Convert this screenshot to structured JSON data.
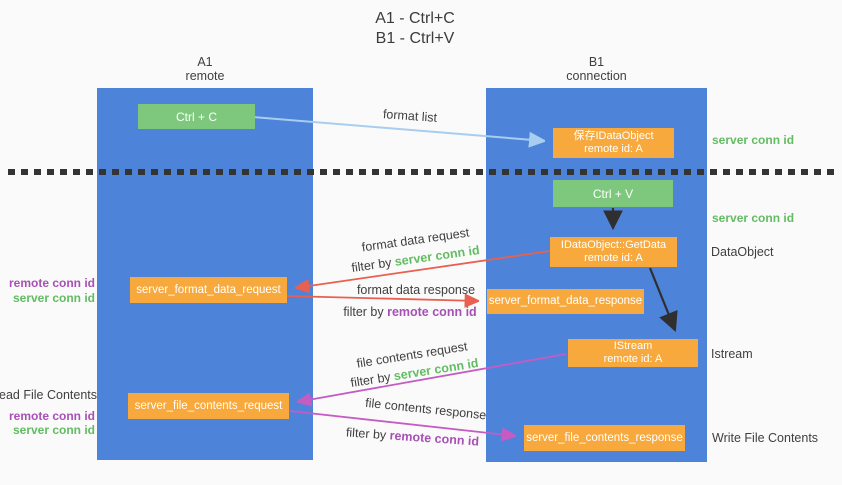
{
  "title": {
    "line1": "A1 - Ctrl+C",
    "line2": "B1 - Ctrl+V"
  },
  "lifelines": {
    "a1": {
      "name": "A1",
      "role": "remote"
    },
    "b1": {
      "name": "B1",
      "role": "connection"
    }
  },
  "nodes": {
    "ctrl_c": {
      "label": "Ctrl + C"
    },
    "save_dataobject": {
      "line1": "保存IDataObject",
      "line2": "remote id: A"
    },
    "ctrl_v": {
      "label": "Ctrl + V"
    },
    "getdata": {
      "line1": "IDataObject::GetData",
      "line2": "remote id: A"
    },
    "server_format_data_request": {
      "label": "server_format_data_request"
    },
    "server_format_data_response": {
      "label": "server_format_data_response"
    },
    "istream": {
      "line1": "IStream",
      "line2": "remote id: A"
    },
    "server_file_contents_request": {
      "label": "server_file_contents_request"
    },
    "server_file_contents_response": {
      "label": "server_file_contents_response"
    }
  },
  "messages": {
    "format_list": {
      "label": "format list"
    },
    "format_data_request": {
      "label": "format data request",
      "filter_prefix": "filter by ",
      "filter_key": "server conn id"
    },
    "format_data_response": {
      "label": "format data response",
      "filter_prefix": "filter by ",
      "filter_key": "remote conn id"
    },
    "file_contents_request": {
      "label": "file contents request",
      "filter_prefix": "filter by ",
      "filter_key": "server conn id"
    },
    "file_contents_response": {
      "label": "file contents response",
      "filter_prefix": "filter by ",
      "filter_key": "remote conn id"
    }
  },
  "side_labels": {
    "left_format": {
      "remote": "remote conn id",
      "server": "server conn id"
    },
    "left_file": {
      "title": "Read File Contents",
      "remote": "remote conn id",
      "server": "server conn id"
    },
    "right_top_server": "server conn id",
    "right_mid_server": "server conn id",
    "right_dataobject": "DataObject",
    "right_istream": "Istream",
    "right_write": "Write File Contents"
  },
  "colors": {
    "lifeline_blue": "#4d83d9",
    "node_orange": "#f7a93d",
    "node_green": "#7ec87e",
    "accent_green": "#62bd62",
    "accent_purple": "#a750b5",
    "arrow_red": "#e8604f",
    "arrow_magenta": "#c45cc4",
    "arrow_lightblue": "#a8cdee",
    "arrow_black": "#2f2f2f",
    "background": "#fafafa"
  }
}
